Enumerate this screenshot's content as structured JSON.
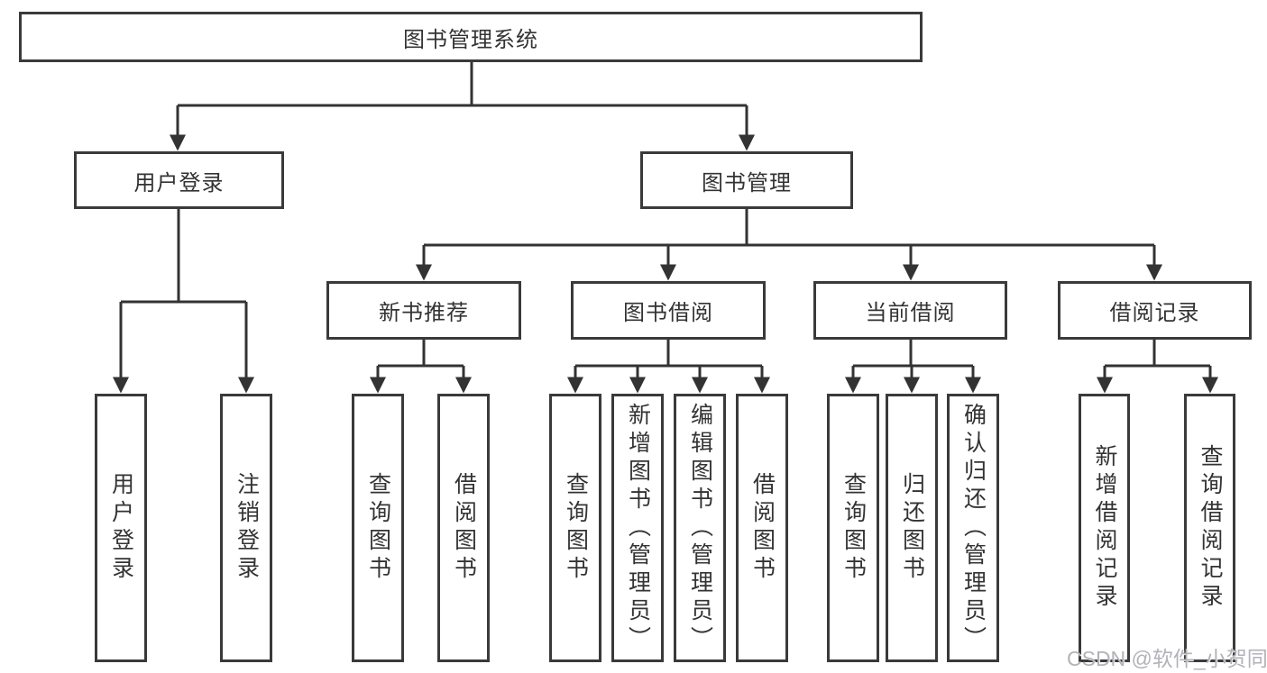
{
  "tree": {
    "root": {
      "label": "图书管理系统",
      "children": [
        {
          "label": "用户登录",
          "children": [
            {
              "label": "用户登录"
            },
            {
              "label": "注销登录"
            }
          ]
        },
        {
          "label": "图书管理",
          "children": [
            {
              "label": "新书推荐",
              "children": [
                {
                  "label": "查询图书"
                },
                {
                  "label": "借阅图书"
                }
              ]
            },
            {
              "label": "图书借阅",
              "children": [
                {
                  "label": "查询图书"
                },
                {
                  "label": "新增图书（管理员）"
                },
                {
                  "label": "编辑图书（管理员）"
                },
                {
                  "label": "借阅图书"
                }
              ]
            },
            {
              "label": "当前借阅",
              "children": [
                {
                  "label": "查询图书"
                },
                {
                  "label": "归还图书"
                },
                {
                  "label": "确认归还（管理员）"
                }
              ]
            },
            {
              "label": "借阅记录",
              "children": [
                {
                  "label": "新增借阅记录"
                },
                {
                  "label": "查询借阅记录"
                }
              ]
            }
          ]
        }
      ]
    }
  },
  "watermark": {
    "text": "CSDN @软件_小贺同学"
  },
  "colors": {
    "line": "#333333",
    "box_border": "#3a3a3a",
    "box_fill": "#ffffff",
    "text": "#333333",
    "watermark": "#b2b2b8"
  }
}
